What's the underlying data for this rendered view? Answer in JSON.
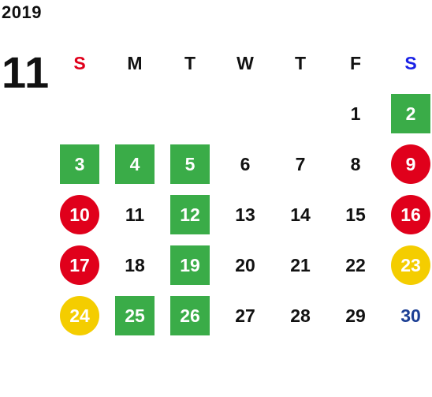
{
  "year": "2019",
  "month": "11",
  "weekdays": [
    {
      "label": "S",
      "kind": "sun"
    },
    {
      "label": "M",
      "kind": ""
    },
    {
      "label": "T",
      "kind": ""
    },
    {
      "label": "W",
      "kind": ""
    },
    {
      "label": "T",
      "kind": ""
    },
    {
      "label": "F",
      "kind": ""
    },
    {
      "label": "S",
      "kind": "sat"
    }
  ],
  "colors": {
    "green": "#3aac48",
    "red": "#e0001b",
    "yellow": "#f4cd00",
    "blue_text": "#1c3f94",
    "sunday_header": "#e0001b",
    "saturday_header": "#1a22e6"
  },
  "weeks": [
    [
      null,
      null,
      null,
      null,
      null,
      {
        "day": "1",
        "style": ""
      },
      {
        "day": "2",
        "style": "green"
      }
    ],
    [
      {
        "day": "3",
        "style": "green"
      },
      {
        "day": "4",
        "style": "green"
      },
      {
        "day": "5",
        "style": "green"
      },
      {
        "day": "6",
        "style": ""
      },
      {
        "day": "7",
        "style": ""
      },
      {
        "day": "8",
        "style": ""
      },
      {
        "day": "9",
        "style": "red"
      }
    ],
    [
      {
        "day": "10",
        "style": "red"
      },
      {
        "day": "11",
        "style": ""
      },
      {
        "day": "12",
        "style": "green"
      },
      {
        "day": "13",
        "style": ""
      },
      {
        "day": "14",
        "style": ""
      },
      {
        "day": "15",
        "style": ""
      },
      {
        "day": "16",
        "style": "red"
      }
    ],
    [
      {
        "day": "17",
        "style": "red"
      },
      {
        "day": "18",
        "style": ""
      },
      {
        "day": "19",
        "style": "green"
      },
      {
        "day": "20",
        "style": ""
      },
      {
        "day": "21",
        "style": ""
      },
      {
        "day": "22",
        "style": ""
      },
      {
        "day": "23",
        "style": "yellow"
      }
    ],
    [
      {
        "day": "24",
        "style": "yellow"
      },
      {
        "day": "25",
        "style": "green"
      },
      {
        "day": "26",
        "style": "green"
      },
      {
        "day": "27",
        "style": ""
      },
      {
        "day": "28",
        "style": ""
      },
      {
        "day": "29",
        "style": ""
      },
      {
        "day": "30",
        "style": "blue"
      }
    ]
  ]
}
